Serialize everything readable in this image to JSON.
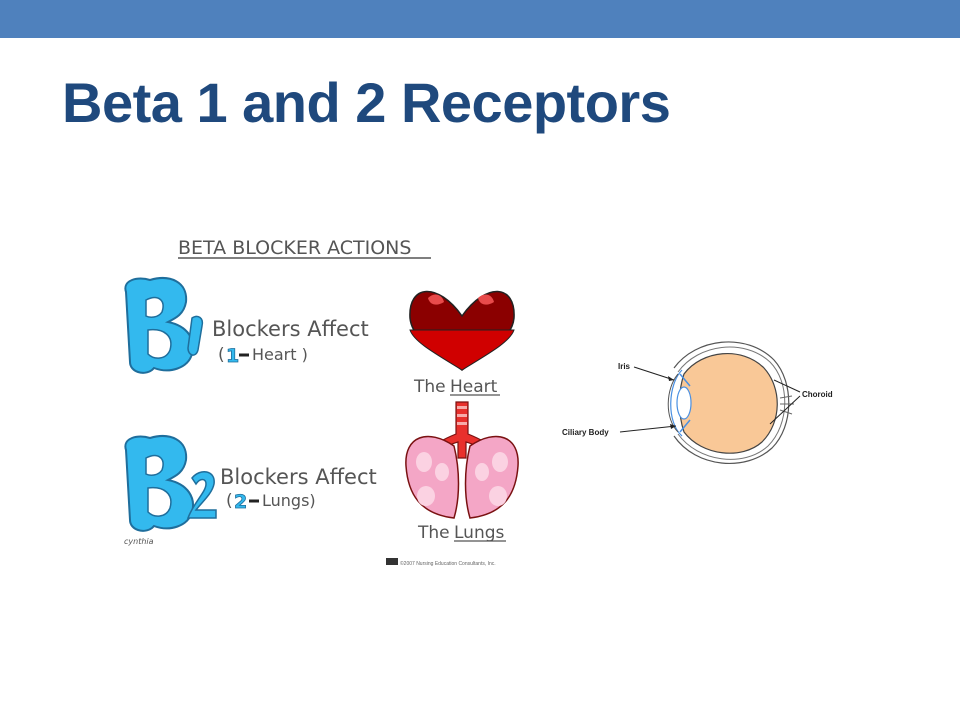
{
  "slide": {
    "title": "Beta 1 and 2 Receptors"
  },
  "beta_blocker_figure": {
    "heading": "BETA BLOCKER ACTIONS",
    "beta1": {
      "blockers_text": "Blockers Affect",
      "open_paren": "(",
      "number": "1",
      "organ": "Heart )",
      "organ_caption_prefix": "The ",
      "organ_caption_word": "Heart"
    },
    "beta2": {
      "blockers_text": "Blockers Affect",
      "open_paren": "(",
      "number": "2",
      "organ": "Lungs)",
      "organ_caption_prefix": "The ",
      "organ_caption_word": "Lungs"
    },
    "copyright_text": "©2007 Nursing Education Consultants, Inc.",
    "signature": "cynthia"
  },
  "eye_diagram": {
    "labels": {
      "iris": "Iris",
      "ciliary_body": "Ciliary Body",
      "choroid": "Choroid"
    }
  },
  "colors": {
    "top_bar": "#4f81bd",
    "title": "#1f497d",
    "beta_symbol": "#33b9ee",
    "heart_dark": "#8b0000",
    "heart_red": "#d00000",
    "lungs_pink": "#f4a6c6",
    "trachea": "#e8302c",
    "eye_fill": "#f9c897"
  }
}
